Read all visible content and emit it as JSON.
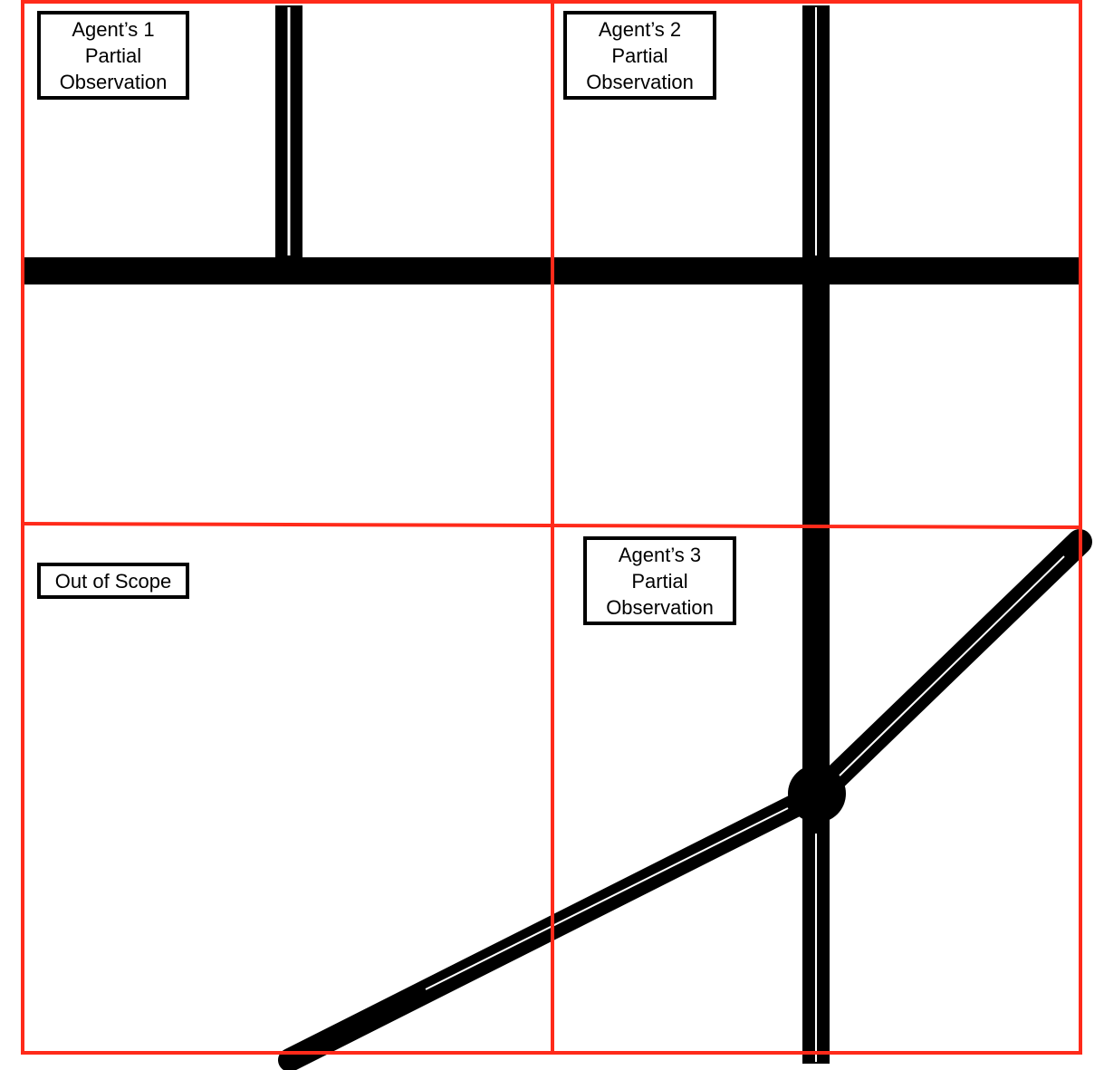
{
  "colors": {
    "grid_lines": "#ff2a1a",
    "roads": "#000000",
    "road_centerline": "#ffffff",
    "label_border": "#000000",
    "background": "#ffffff"
  },
  "regions": [
    {
      "id": "agent-1",
      "lines": [
        "Agent’s 1",
        "Partial",
        "Observation"
      ]
    },
    {
      "id": "agent-2",
      "lines": [
        "Agent’s 2",
        "Partial",
        "Observation"
      ]
    },
    {
      "id": "out-of-scope",
      "lines": [
        "Out of Scope"
      ]
    },
    {
      "id": "agent-3",
      "lines": [
        "Agent’s 3",
        "Partial",
        "Observation"
      ]
    }
  ]
}
